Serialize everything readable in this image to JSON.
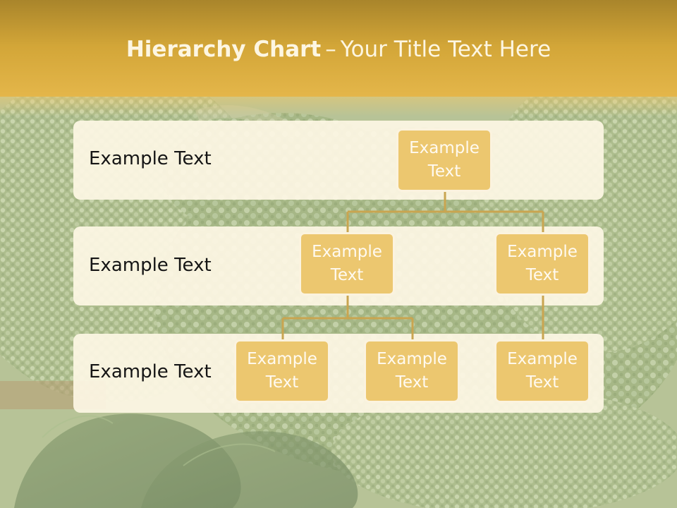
{
  "slide": {
    "title_bold": "Hierarchy Chart",
    "title_separator": "–",
    "title_rest": "Your Title Text Here"
  },
  "levels": [
    {
      "label": "Example Text"
    },
    {
      "label": "Example Text"
    },
    {
      "label": "Example Text"
    }
  ],
  "nodes": {
    "root": {
      "text": "Example Text"
    },
    "level2": [
      {
        "text": "Example Text"
      },
      {
        "text": "Example Text"
      }
    ],
    "level3": [
      {
        "text": "Example Text"
      },
      {
        "text": "Example Text"
      },
      {
        "text": "Example Text"
      }
    ]
  },
  "colors": {
    "title_band": "#d3a638",
    "node_fill": "#ecc76f",
    "node_border": "#fbf3df",
    "connector": "#c9a550",
    "level_band": "#fdf6e4"
  }
}
